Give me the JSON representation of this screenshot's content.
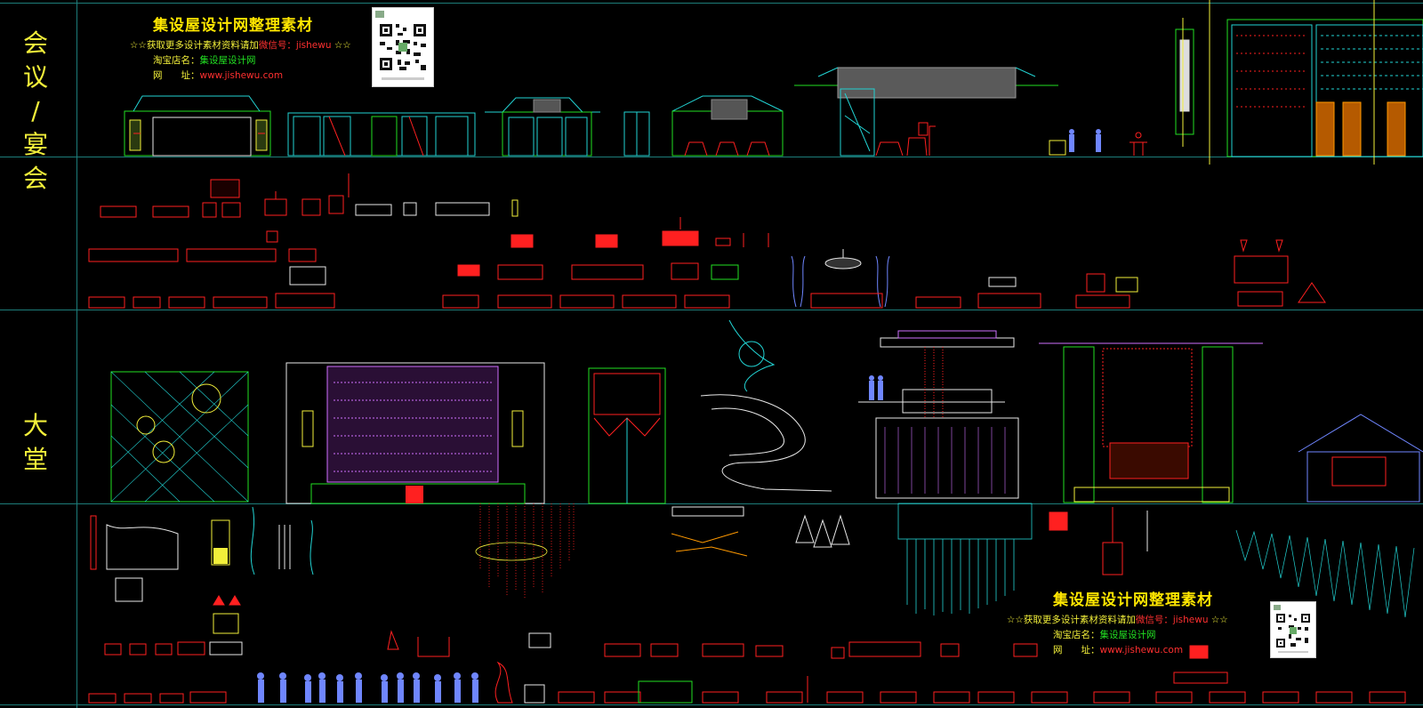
{
  "sections": [
    {
      "label": "会议/宴会",
      "chars": [
        "会",
        "议",
        "/",
        "宴",
        "会"
      ]
    },
    {
      "label": "大堂",
      "chars": [
        "大",
        "堂"
      ]
    }
  ],
  "watermark_top": {
    "title": "集设屋设计网整理素材",
    "line2_prefix": "☆☆获取更多设计素材资料请加",
    "line2_wechat": "微信号：jishewu",
    "line2_suffix": " ☆☆",
    "shop_key": "淘宝店名：",
    "shop_val": "集设屋设计网",
    "site_key": "网　　址：",
    "site_val": "www.jishewu.com"
  },
  "watermark_bottom": {
    "title": "集设屋设计网整理素材",
    "line2_prefix": "☆☆获取更多设计素材资料请加",
    "line2_wechat": "微信号：jishewu",
    "line2_suffix": " ☆☆",
    "shop_key": "淘宝店名：",
    "shop_val": "集设屋设计网",
    "site_key": "网　　址：",
    "site_val": "www.jishewu.com"
  },
  "colors": {
    "background": "#000000",
    "grid": "#1d7d7a",
    "label": "#f2ef3a",
    "cad_red": "#ff2020",
    "cad_cyan": "#22d3d3",
    "cad_green": "#22e022",
    "cad_yellow": "#f2ef3a",
    "cad_magenta": "#d070ff",
    "cad_white": "#e8e8e8",
    "cad_blue": "#6f86ff"
  }
}
